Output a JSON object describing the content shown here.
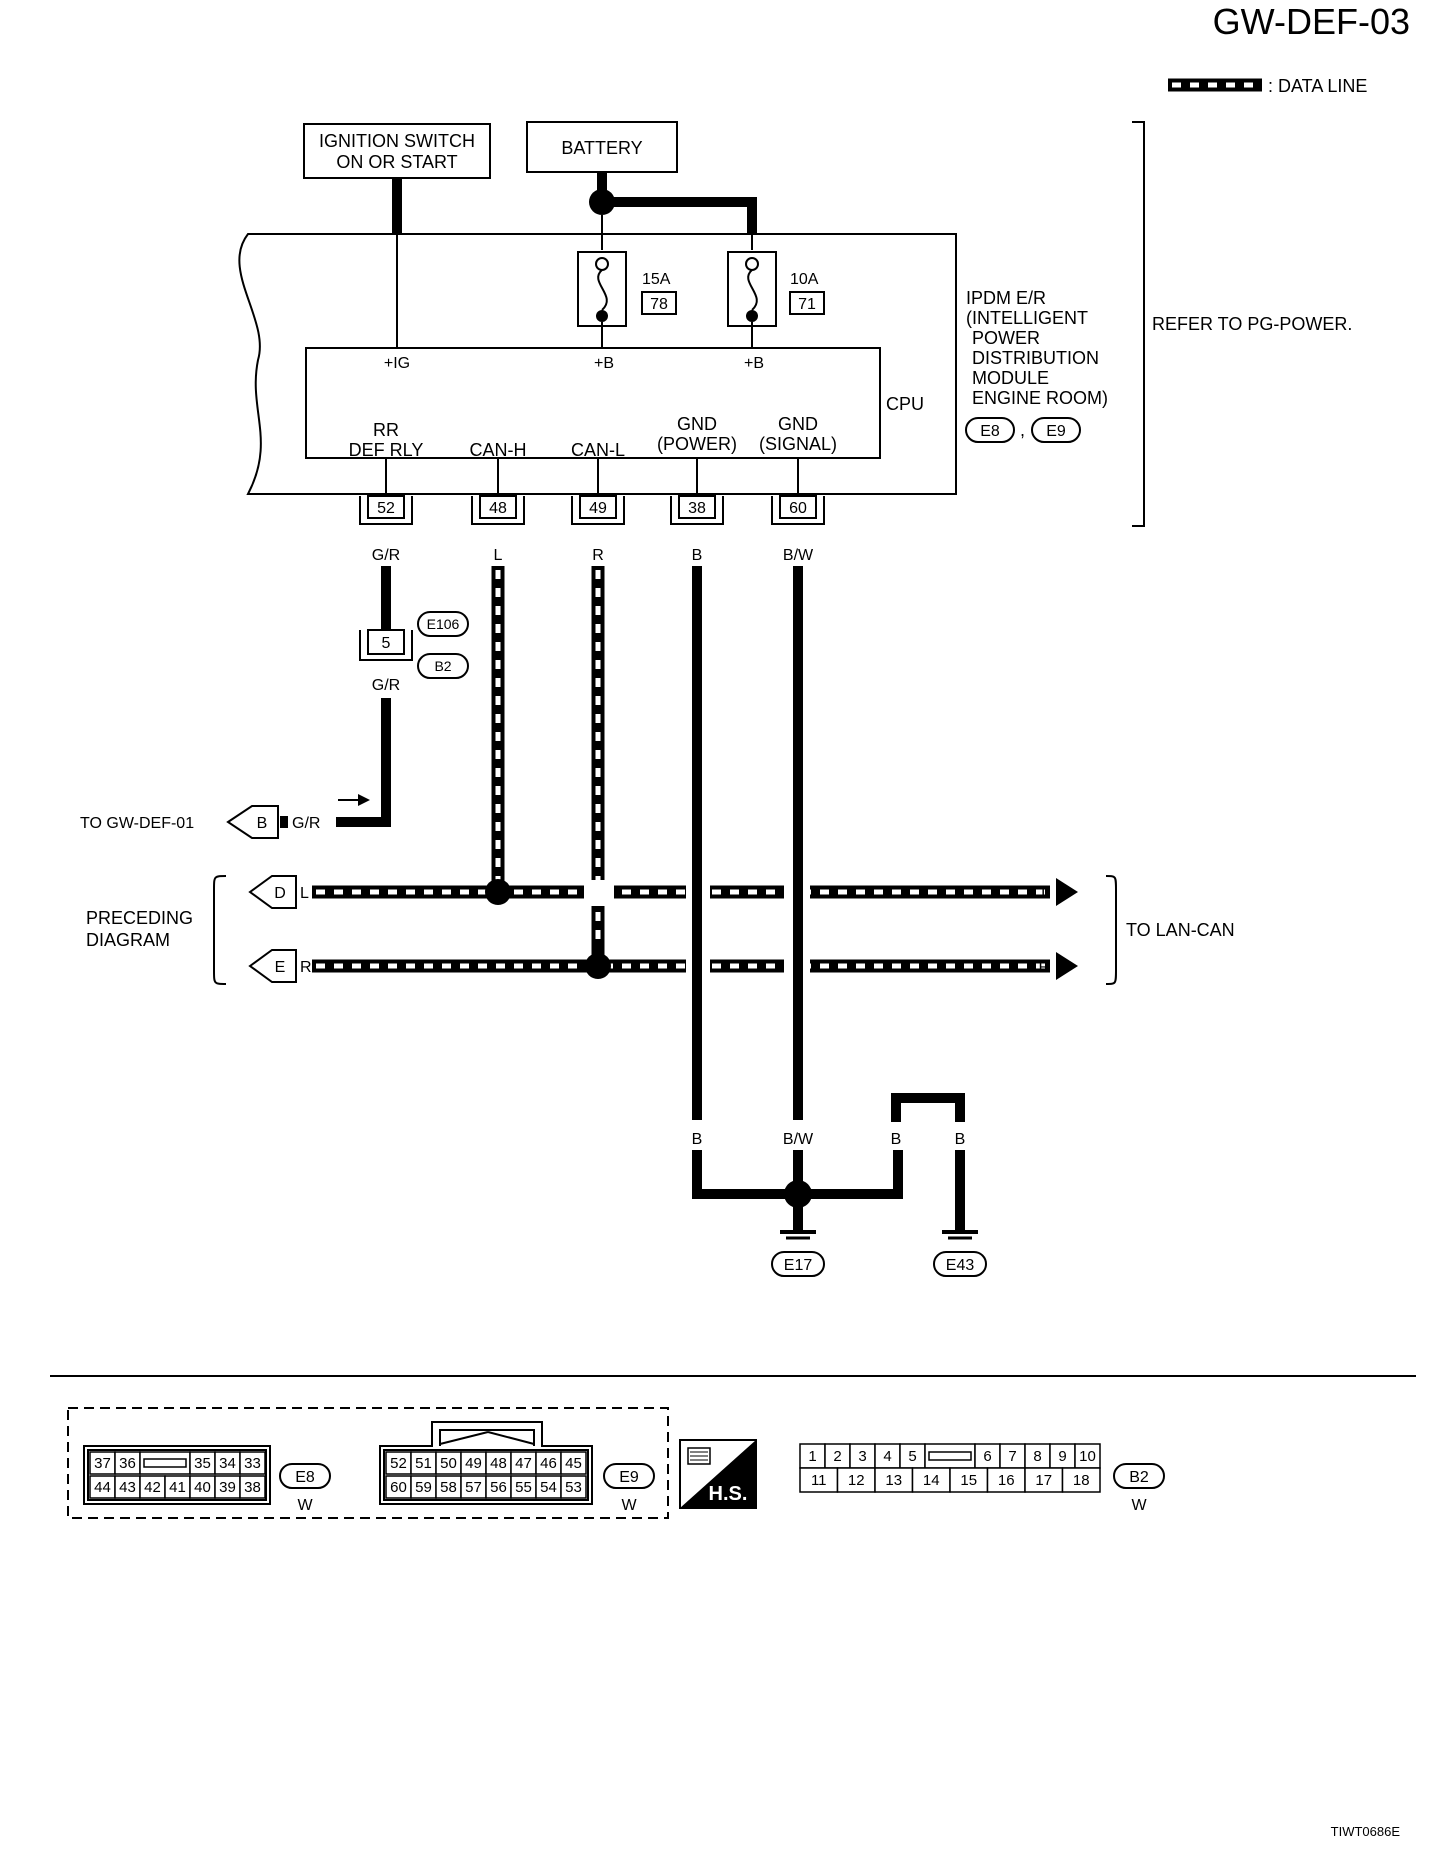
{
  "page_code": "GW-DEF-03",
  "legend_label": ": DATA LINE",
  "ignition_label_1": "IGNITION SWITCH",
  "ignition_label_2": "ON OR START",
  "battery_label": "BATTERY",
  "fuses": [
    {
      "amp": "15A",
      "number": "78"
    },
    {
      "amp": "10A",
      "number": "71"
    }
  ],
  "ipdm_label_lines": [
    "IPDM E/R",
    "(INTELLIGENT",
    "POWER",
    "DISTRIBUTION",
    "MODULE",
    "ENGINE ROOM)"
  ],
  "ipdm_connectors": [
    "E8",
    "E9"
  ],
  "refer_label": "REFER TO PG-POWER.",
  "cpu_label": "CPU",
  "cpu_inputs": [
    "+IG",
    "+B",
    "+B"
  ],
  "cpu_terminal_labels": [
    {
      "line1": "RR",
      "line2": "DEF RLY"
    },
    {
      "line1": "",
      "line2": "CAN-H"
    },
    {
      "line1": "",
      "line2": "CAN-L"
    },
    {
      "line1": "GND",
      "line2": "(POWER)"
    },
    {
      "line1": "GND",
      "line2": "(SIGNAL)"
    }
  ],
  "pins": [
    {
      "number": "52",
      "color": "G/R"
    },
    {
      "number": "48",
      "color": "L"
    },
    {
      "number": "49",
      "color": "R"
    },
    {
      "number": "38",
      "color": "B"
    },
    {
      "number": "60",
      "color": "B/W"
    }
  ],
  "joint_connector": {
    "pin": "5",
    "upper": "E106",
    "lower": "B2",
    "color_below": "G/R"
  },
  "to_gw_def": {
    "label": "TO GW-DEF-01",
    "letter": "B",
    "color": "G/R"
  },
  "preceding": {
    "line1": "PRECEDING",
    "line2": "DIAGRAM",
    "letters": [
      "D",
      "E"
    ],
    "colors": [
      "L",
      "R"
    ]
  },
  "to_lan_can": {
    "label": "TO LAN-CAN",
    "colors": [
      "L",
      "R"
    ]
  },
  "ground_colors": [
    "B",
    "B/W",
    "B",
    "B"
  ],
  "grounds": [
    "E17",
    "E43"
  ],
  "connector_views": [
    {
      "id": "E8",
      "color": "W",
      "top_row": [
        "37",
        "36",
        "",
        "35",
        "34",
        "33"
      ],
      "bottom_row": [
        "44",
        "43",
        "42",
        "41",
        "40",
        "39",
        "38"
      ]
    },
    {
      "id": "E9",
      "color": "W",
      "top_row": [
        "52",
        "51",
        "50",
        "49",
        "48",
        "47",
        "46",
        "45"
      ],
      "bottom_row": [
        "60",
        "59",
        "58",
        "57",
        "56",
        "55",
        "54",
        "53"
      ]
    },
    {
      "id": "B2",
      "color": "W",
      "top_row": [
        "1",
        "2",
        "3",
        "4",
        "5",
        "",
        "6",
        "7",
        "8",
        "9",
        "10"
      ],
      "bottom_row": [
        "11",
        "12",
        "13",
        "14",
        "15",
        "16",
        "17",
        "18"
      ]
    }
  ],
  "hs_label": "H.S.",
  "figure_code": "TIWT0686E"
}
